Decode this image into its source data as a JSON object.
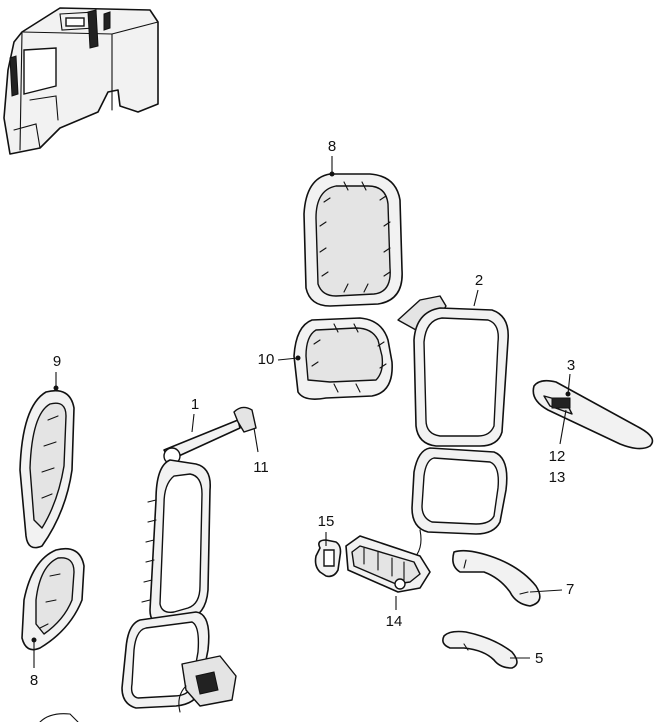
{
  "callouts": [
    {
      "id": "c1",
      "label": "1"
    },
    {
      "id": "c2",
      "label": "2"
    },
    {
      "id": "c3",
      "label": "3"
    },
    {
      "id": "c5",
      "label": "5"
    },
    {
      "id": "c7",
      "label": "7"
    },
    {
      "id": "c8a",
      "label": "8"
    },
    {
      "id": "c8b",
      "label": "8"
    },
    {
      "id": "c9",
      "label": "9"
    },
    {
      "id": "c10",
      "label": "10"
    },
    {
      "id": "c11",
      "label": "11"
    },
    {
      "id": "c12",
      "label": "12"
    },
    {
      "id": "c13",
      "label": "13"
    },
    {
      "id": "c14",
      "label": "14"
    },
    {
      "id": "c15",
      "label": "15"
    }
  ],
  "colors": {
    "line": "#111111",
    "fill": "#f2f2f2",
    "shade": "#e4e4e4",
    "background": "#ffffff"
  }
}
